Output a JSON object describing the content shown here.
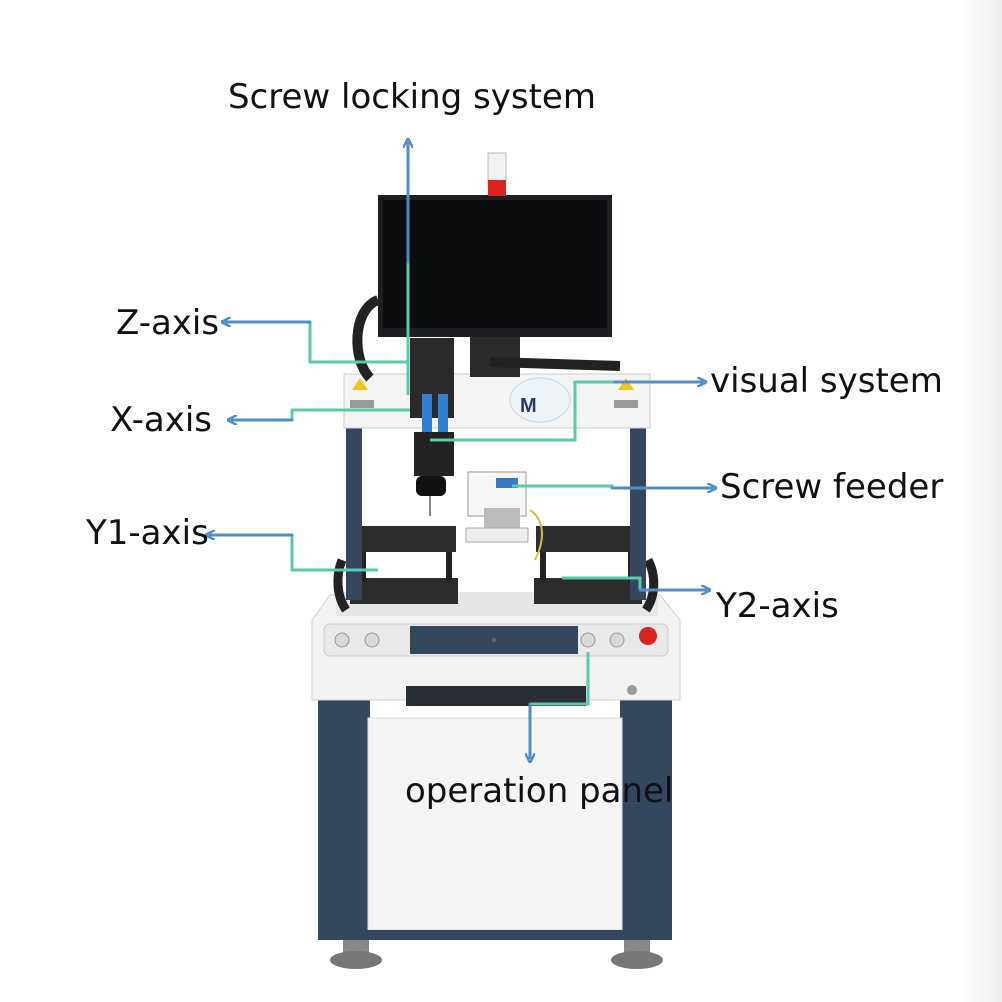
{
  "labels": {
    "screw_locking_system": "Screw locking system",
    "z_axis": "Z-axis",
    "x_axis": "X-axis",
    "visual_system": "visual system",
    "screw_feeder": "Screw feeder",
    "y1_axis": "Y1-axis",
    "y2_axis": "Y2-axis",
    "operation_panel": "operation panel"
  },
  "colors": {
    "arrow_blue": "#4f8fc6",
    "leader_teal": "#5cc9ae",
    "frame_navy": "#34475f",
    "body_white": "#f4f4f4"
  }
}
